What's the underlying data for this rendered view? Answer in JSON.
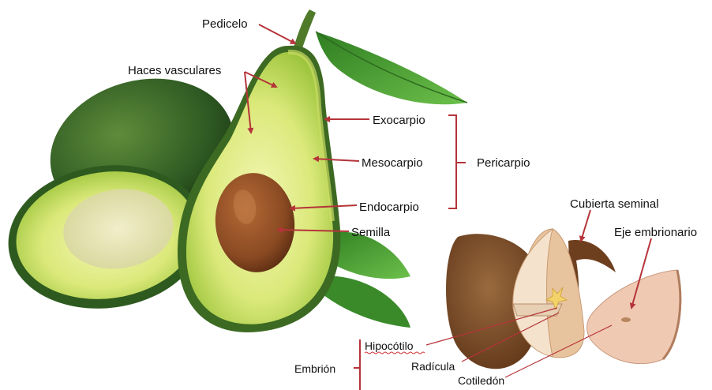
{
  "labels": {
    "pedicelo": "Pedicelo",
    "haces_vasculares": "Haces vasculares",
    "exocarpio": "Exocarpio",
    "mesocarpio": "Mesocarpio",
    "endocarpio": "Endocarpio",
    "semilla": "Semilla",
    "pericarpio": "Pericarpio",
    "cubierta_seminal": "Cubierta seminal",
    "eje_embrionario": "Eje embrionario",
    "hipocotilo": "Hipocótilo",
    "radicula": "Radícula",
    "cotiledon": "Cotiledón",
    "embrion": "Embrión"
  },
  "colors": {
    "arrow_red": "#b5343a",
    "avocado_skin_dark": "#2f5a23",
    "avocado_flesh_green": "#a9cf48",
    "avocado_flesh_yellow": "#eef3a0",
    "seed_brown": "#8a4a22",
    "leaf_green": "#3e9a2e",
    "seed_coat_brown": "#6e3f1e",
    "cotyledon_cream": "#f2d9bd"
  }
}
